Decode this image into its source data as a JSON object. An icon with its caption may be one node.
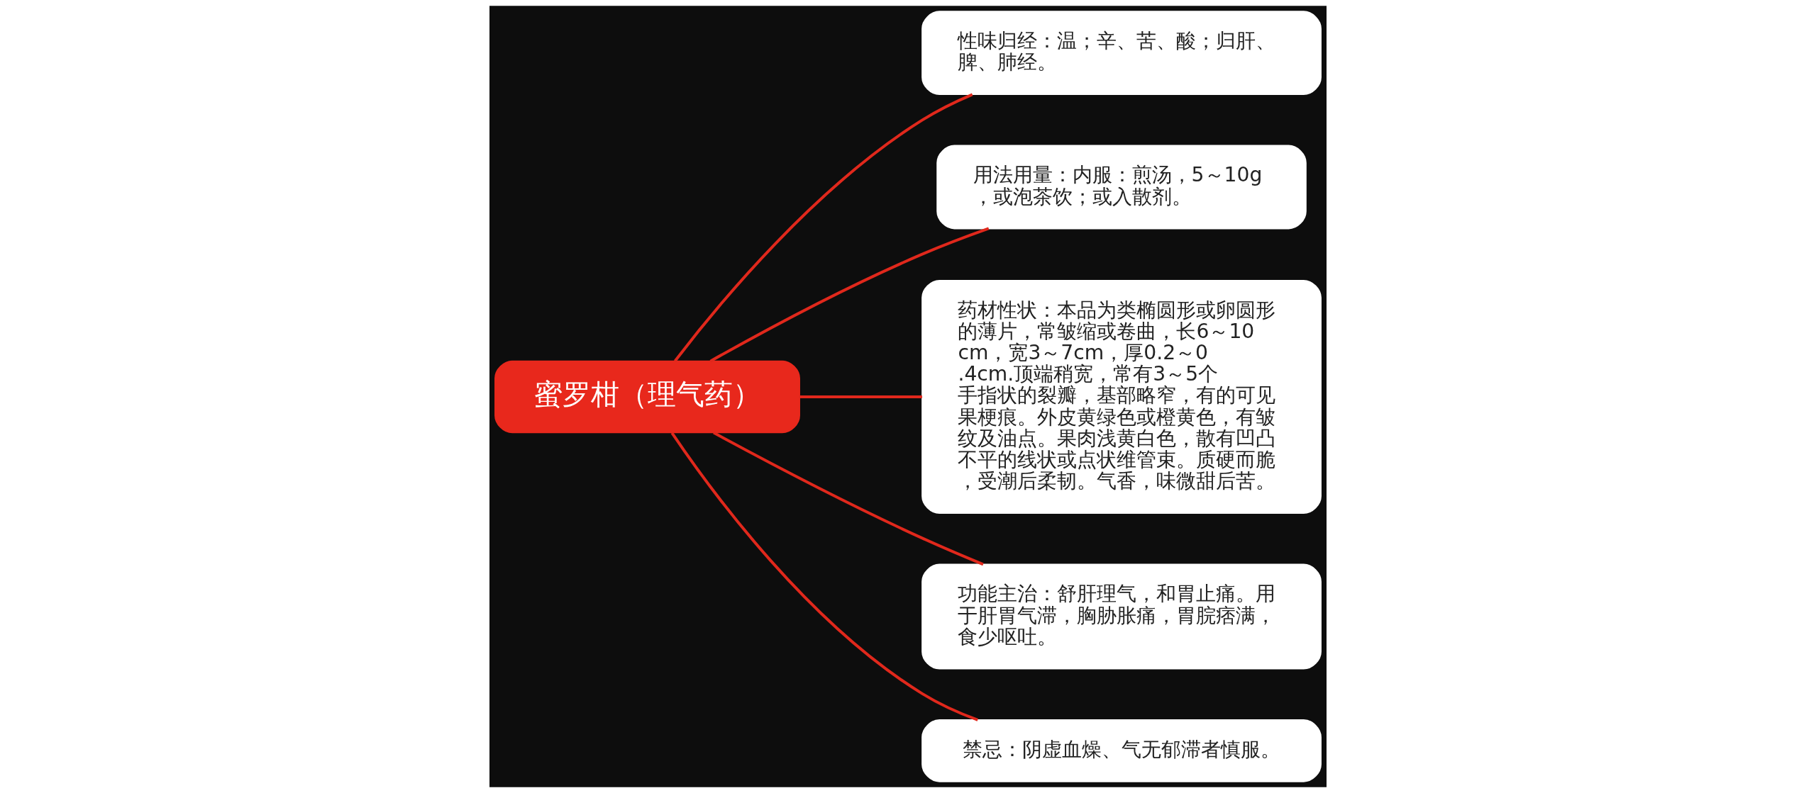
{
  "diagram": {
    "nodes": [
      {
        "text": [
          "蜜罗柑（理气药）"
        ]
      },
      {
        "text": [
          "性味归经：温；辛、苦、酸；归肝、脾、肺经。"
        ]
      },
      {
        "text": [
          "用法用量：内服：煎汤，5～10g，或泡茶饮；或入散剂。"
        ]
      },
      {
        "text": [
          "药材性状：本品为类椭圆形或卵圆形的薄片，常皱缩或卷曲，长6～10cm，宽3～7cm，厚0.2～0.4cm.顶端稍宽，常有3～5个手指状的裂瓣，基部略窄，有的可见果梗痕。外皮黄绿色或橙黄色，有皱纹及油点。果肉浅黄白色，散有凹凸不平的线状或点状维管束。质硬而脆，受潮后柔韧。气香，味微甜后苦。"
        ]
      },
      {
        "text": [
          "功能主治：舒肝理气，和胃止痛。用于肝胃气滞，胸胁胀痛，胃脘痞满，食少呕吐。"
        ]
      },
      {
        "text": [
          "禁忌：阴虚血燥、气无郁滞者慎服。"
        ]
      }
    ],
    "edges": [
      {
        "from": 0,
        "to": 1,
        "arrow": "none"
      },
      {
        "from": 0,
        "to": 2,
        "arrow": "none"
      },
      {
        "from": 0,
        "to": 3,
        "arrow": "none"
      },
      {
        "from": 0,
        "to": 4,
        "arrow": "none"
      },
      {
        "from": 0,
        "to": 5,
        "arrow": "none"
      }
    ]
  }
}
